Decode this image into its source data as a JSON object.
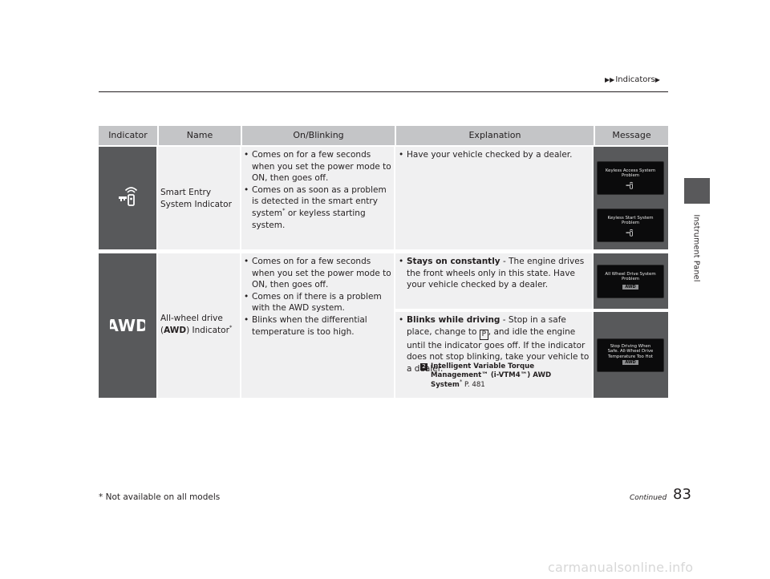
{
  "header": {
    "breadcrumb": "Indicators"
  },
  "side_tab": {
    "label": "Instrument Panel"
  },
  "table": {
    "columns": [
      "Indicator",
      "Name",
      "On/Blinking",
      "Explanation",
      "Message"
    ],
    "rows": [
      {
        "indicator_icon": "smart-entry-key-icon",
        "name_line1": "Smart Entry",
        "name_line2": "System Indicator",
        "on_blinking": [
          "Comes on for a few seconds when you set the power mode to ON, then goes off.",
          "Comes on as soon as a problem is detected in the smart entry system",
          "or keyless starting system."
        ],
        "on_blinking_star": "*",
        "explanation": "Have your vehicle checked by a dealer.",
        "messages": [
          {
            "line1": "Keyless Access System",
            "line2": "Problem"
          },
          {
            "line1": "Keyless Start System",
            "line2": "Problem"
          }
        ]
      },
      {
        "indicator_label": "AWD",
        "name_line1": "All-wheel drive",
        "name_paren_open": "(",
        "name_bold": "AWD",
        "name_rest": ") Indicator",
        "name_star": "*",
        "on_blinking": [
          "Comes on for a few seconds when you set the power mode to ON, then goes off.",
          "Comes on if there is a problem with the AWD system.",
          "Blinks when the differential temperature is too high."
        ],
        "explanation_a_bold": "Stays on constantly",
        "explanation_a_text": " - The engine drives the front wheels only in this state. Have your vehicle checked by a dealer.",
        "explanation_b_bold": "Blinks while driving",
        "explanation_b_text1": " - Stop in a safe place, change to ",
        "explanation_b_gear": "P",
        "explanation_b_text2": ", and idle the engine until the indicator goes off. If the indicator does not stop blinking, take your vehicle to a dealer.",
        "reference_arrow": "2",
        "reference_line1": "Intelligent Variable Torque",
        "reference_line2": "Management™ (i-VTM4™) AWD",
        "reference_line3_bold": "System",
        "reference_star": "*",
        "reference_page": " P. 481",
        "messages": [
          {
            "line1": "All Wheel Drive System",
            "line2": "Problem",
            "badge": "AWD"
          },
          {
            "line1": "Stop Driving When",
            "line2": "Safe. All-Wheel Drive",
            "line3": "Temperature Too Hot",
            "badge": "AWD"
          }
        ]
      }
    ]
  },
  "footer": {
    "footnote": "* Not available on all models",
    "continued": "Continued",
    "page_number": "83",
    "watermark": "carmanualsonline.info"
  },
  "colors": {
    "header_row": "#c4c5c7",
    "indicator_cell": "#58595b",
    "body_cell": "#f0f0f1",
    "side_tab": "#59595b"
  }
}
